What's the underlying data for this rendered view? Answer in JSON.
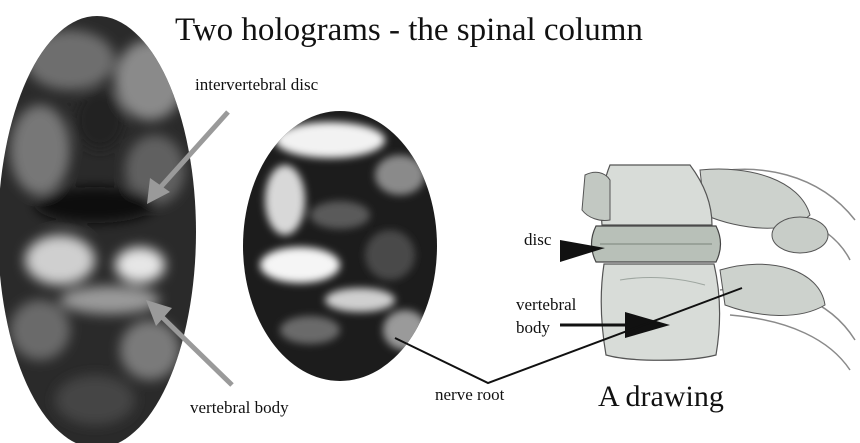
{
  "title": "Two holograms - the spinal column",
  "labels": {
    "intervertebral_disc": "intervertebral disc",
    "vertebral_body_left": "vertebral body",
    "nerve_root": "nerve root",
    "disc": "disc",
    "vertebral_right_line1": "vertebral",
    "vertebral_right_line2": "body",
    "drawing": "A drawing"
  },
  "colors": {
    "arrow_gray": "#9a9a9a",
    "ink": "#111111",
    "bone": "#d8dcd8",
    "bone_shadow": "#9ea6a0"
  }
}
